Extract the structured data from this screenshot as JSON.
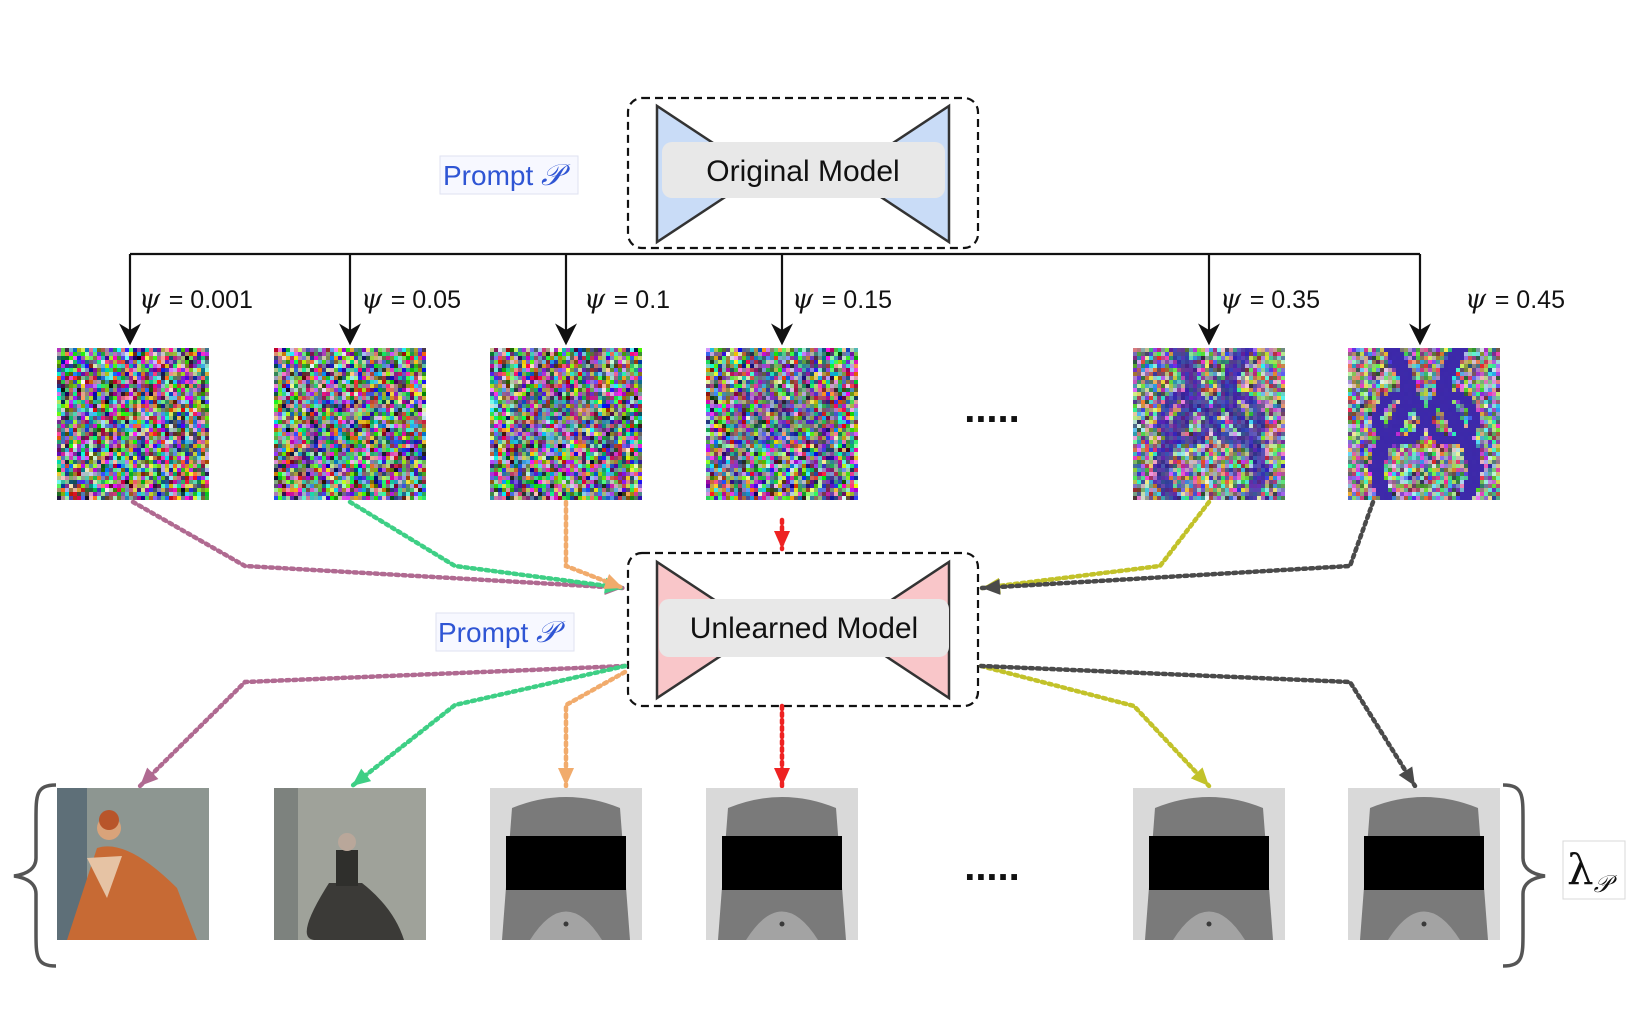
{
  "models": {
    "original": {
      "label": "Original Model",
      "fill": "#c9dcf7"
    },
    "unlearned": {
      "label": "Unlearned Model",
      "fill": "#f9c6c9"
    }
  },
  "prompts": {
    "top": {
      "text": "Prompt ",
      "symbol": "𝒫"
    },
    "bottom": {
      "text": "Prompt ",
      "symbol": "𝒫"
    }
  },
  "psi_symbol": "ψ",
  "psi_values": [
    "= 0.001",
    "= 0.05",
    "= 0.1",
    "= 0.15",
    "= 0.35",
    "= 0.45"
  ],
  "ellipsis": ".....",
  "lambda": {
    "symbol": "λ",
    "sub": "𝒫"
  },
  "branch_colors": [
    "#b06a91",
    "#3ecf85",
    "#f1ab6c",
    "#ee2222",
    "#c2c22a",
    "#4a4a4a"
  ],
  "noise_intensity": [
    0.0,
    0.05,
    0.1,
    0.15,
    0.35,
    0.45
  ],
  "outputs": [
    {
      "kind": "painting-figure"
    },
    {
      "kind": "painting-gown"
    },
    {
      "kind": "censored-photo"
    },
    {
      "kind": "censored-photo"
    },
    {
      "kind": "censored-photo"
    },
    {
      "kind": "censored-photo"
    }
  ]
}
